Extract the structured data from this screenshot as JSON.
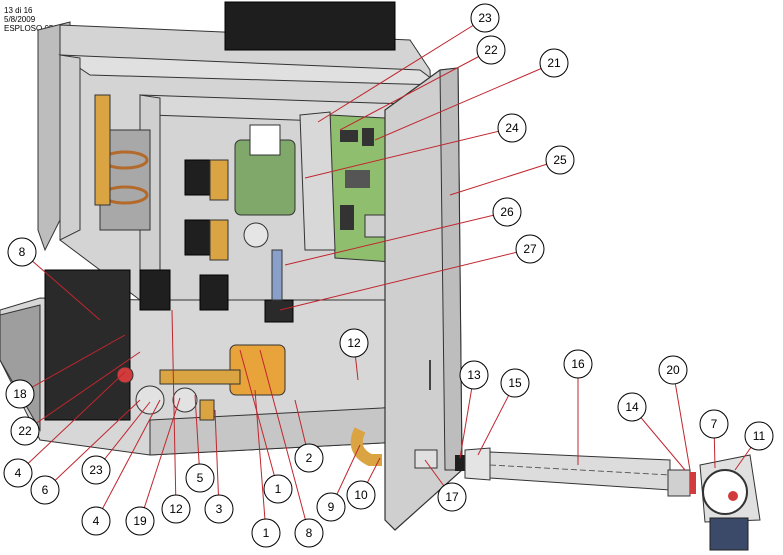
{
  "header": {
    "page": "13 di 16",
    "date": "5/8/2009",
    "code": "ESPLOSO 05/MB"
  },
  "callouts": [
    {
      "label": "23"
    },
    {
      "label": "22"
    },
    {
      "label": "21"
    },
    {
      "label": "24"
    },
    {
      "label": "25"
    },
    {
      "label": "26"
    },
    {
      "label": "27"
    },
    {
      "label": "8"
    },
    {
      "label": "12"
    },
    {
      "label": "13"
    },
    {
      "label": "15"
    },
    {
      "label": "16"
    },
    {
      "label": "20"
    },
    {
      "label": "14"
    },
    {
      "label": "7"
    },
    {
      "label": "11"
    },
    {
      "label": "18"
    },
    {
      "label": "22"
    },
    {
      "label": "4"
    },
    {
      "label": "6"
    },
    {
      "label": "23"
    },
    {
      "label": "4"
    },
    {
      "label": "19"
    },
    {
      "label": "12"
    },
    {
      "label": "5"
    },
    {
      "label": "3"
    },
    {
      "label": "1"
    },
    {
      "label": "1"
    },
    {
      "label": "2"
    },
    {
      "label": "8"
    },
    {
      "label": "9"
    },
    {
      "label": "10"
    },
    {
      "label": "17"
    }
  ],
  "colors": {
    "leader": "#c0262e",
    "frame": "#c9c9c9",
    "pcb": "#8fbf6e",
    "brass": "#d9a441",
    "pump": "#e8a33a"
  }
}
